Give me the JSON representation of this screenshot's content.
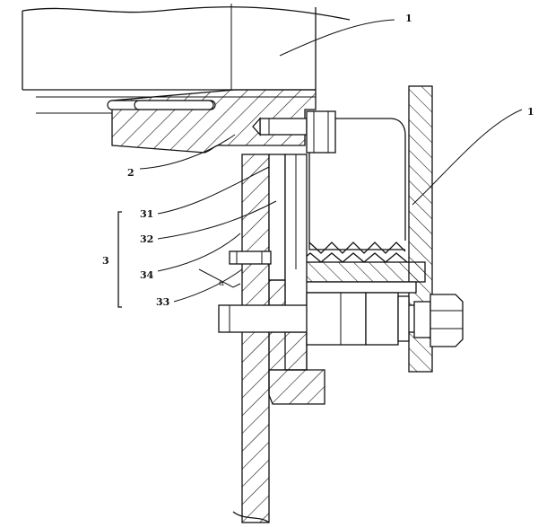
{
  "labels": {
    "l1_top": "1",
    "l1_right": "1",
    "l2": "2",
    "l3": "3",
    "l31": "31",
    "l32": "32",
    "l34": "34",
    "l33": "33",
    "alpha": "α"
  }
}
